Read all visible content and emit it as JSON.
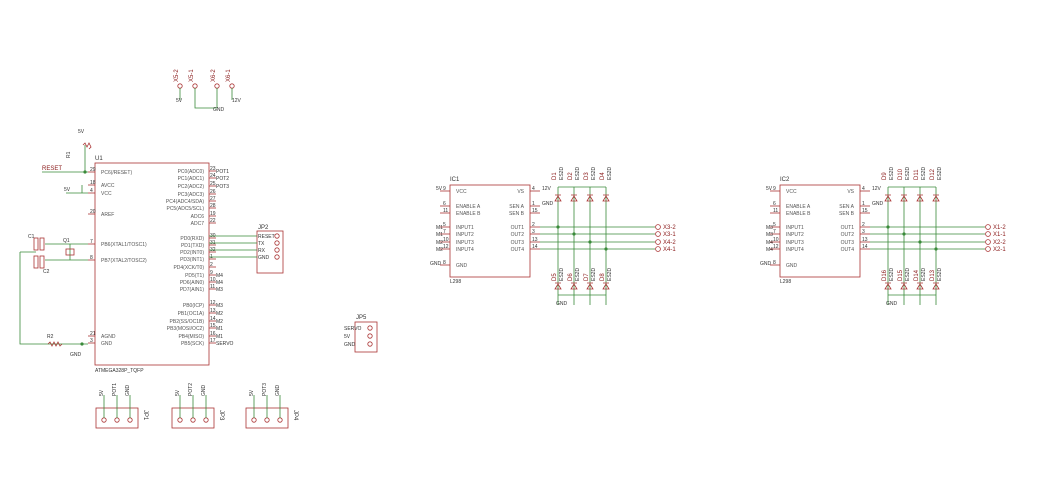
{
  "mcu": {
    "name": "U1",
    "part": "ATMEGA328P_TQFP",
    "left_pins": [
      {
        "num": "29",
        "label": "PC6(/RESET)"
      },
      {
        "num": "18",
        "label": "AVCC"
      },
      {
        "num": "4",
        "label": "VCC"
      },
      {
        "num": "20",
        "label": "AREF"
      },
      {
        "num": "7",
        "label": "PB6(XTAL1/TOSC1)"
      },
      {
        "num": "8",
        "label": "PB7(XTAL2/TOSC2)"
      },
      {
        "num": "21",
        "label": "AGND"
      },
      {
        "num": "3",
        "label": "GND"
      }
    ],
    "right_pins": [
      {
        "num": "23",
        "label": "PC0(ADC0)",
        "net": "POT1"
      },
      {
        "num": "24",
        "label": "PC1(ADC1)",
        "net": "POT2"
      },
      {
        "num": "25",
        "label": "PC2(ADC2)",
        "net": "POT3"
      },
      {
        "num": "26",
        "label": "PC3(ADC3)",
        "net": ""
      },
      {
        "num": "27",
        "label": "PC4(ADC4/SDA)",
        "net": ""
      },
      {
        "num": "28",
        "label": "PC5(ADC5/SCL)",
        "net": ""
      },
      {
        "num": "19",
        "label": "ADC6",
        "net": ""
      },
      {
        "num": "22",
        "label": "ADC7",
        "net": ""
      },
      {
        "num": "30",
        "label": "PD0(RXD)",
        "net": ""
      },
      {
        "num": "31",
        "label": "PD1(TXD)",
        "net": ""
      },
      {
        "num": "32",
        "label": "PD2(INT0)",
        "net": ""
      },
      {
        "num": "1",
        "label": "PD3(INT1)",
        "net": ""
      },
      {
        "num": "2",
        "label": "PD4(XCK/T0)",
        "net": ""
      },
      {
        "num": "9",
        "label": "PD5(T1)",
        "net": "M4"
      },
      {
        "num": "10",
        "label": "PD6(AIN0)",
        "net": "M4"
      },
      {
        "num": "11",
        "label": "PD7(AIN1)",
        "net": "M3"
      },
      {
        "num": "12",
        "label": "PB0(ICP)",
        "net": "M3"
      },
      {
        "num": "13",
        "label": "PB1(OC1A)",
        "net": "M2"
      },
      {
        "num": "14",
        "label": "PB2(SS/OC1B)",
        "net": "M2"
      },
      {
        "num": "15",
        "label": "PB3(MOSI/OC2)",
        "net": "M1"
      },
      {
        "num": "16",
        "label": "PB4(MISO)",
        "net": "M1"
      },
      {
        "num": "17",
        "label": "PB5(SCK)",
        "net": "SERVO"
      }
    ]
  },
  "nets": {
    "reset": "RESET",
    "v5": "5V",
    "v12": "12V",
    "gnd": "GND"
  },
  "passives": {
    "c1": "C1",
    "c2": "C2",
    "q1": "Q1",
    "r1": "R1",
    "r2": "R2"
  },
  "top_connectors": [
    "X5-2",
    "X5-1",
    "X6-2",
    "X6-1"
  ],
  "jp2": {
    "name": "JP2",
    "pins": [
      "RESET",
      "TX",
      "RX",
      "GND"
    ]
  },
  "jp5": {
    "name": "JP5",
    "pins": [
      "SERVO",
      "5V",
      "GND"
    ]
  },
  "pot_headers": [
    {
      "name": "JP1",
      "pins": [
        "5V",
        "POT1",
        "GND"
      ]
    },
    {
      "name": "JP3",
      "pins": [
        "5V",
        "POT2",
        "GND"
      ]
    },
    {
      "name": "JP4",
      "pins": [
        "5V",
        "POT3",
        "GND"
      ]
    }
  ],
  "driver_pins_left": [
    {
      "num": "9",
      "label": "VCC"
    },
    {
      "num": "6",
      "label": "ENABLE A"
    },
    {
      "num": "11",
      "label": "ENABLE B"
    },
    {
      "num": "5",
      "label": "INPUT1"
    },
    {
      "num": "7",
      "label": "INPUT2"
    },
    {
      "num": "10",
      "label": "INPUT3"
    },
    {
      "num": "12",
      "label": "INPUT4"
    },
    {
      "num": "8",
      "label": "GND"
    }
  ],
  "driver_pins_right": [
    {
      "num": "4",
      "label": "VS"
    },
    {
      "num": "1",
      "label": "SEN A"
    },
    {
      "num": "15",
      "label": "SEN B"
    },
    {
      "num": "2",
      "label": "OUT1"
    },
    {
      "num": "3",
      "label": "OUT2"
    },
    {
      "num": "13",
      "label": "OUT3"
    },
    {
      "num": "14",
      "label": "OUT4"
    }
  ],
  "ic1": {
    "name": "IC1",
    "part": "L298",
    "inputs": [
      "M1",
      "M1",
      "M2",
      "M2"
    ],
    "outputs": [
      "X3-2",
      "X3-1",
      "X4-2",
      "X4-1"
    ],
    "diodes_top": [
      "D1",
      "D2",
      "D3",
      "D4"
    ],
    "diodes_bottom": [
      "D5",
      "D6",
      "D7",
      "D8"
    ],
    "diode_type": "ES2D"
  },
  "ic2": {
    "name": "IC2",
    "part": "L298",
    "inputs": [
      "M3",
      "M3",
      "M4",
      "M4"
    ],
    "outputs": [
      "X1-2",
      "X1-1",
      "X2-2",
      "X2-1"
    ],
    "diodes_top": [
      "D9",
      "D10",
      "D11",
      "D12"
    ],
    "diodes_bottom": [
      "D16",
      "D15",
      "D14",
      "D13"
    ],
    "diode_type": "ES2D"
  },
  "colors": {
    "part": "#a33333",
    "wire": "#3a8a3a",
    "text": "#555555",
    "background": "#ffffff"
  }
}
